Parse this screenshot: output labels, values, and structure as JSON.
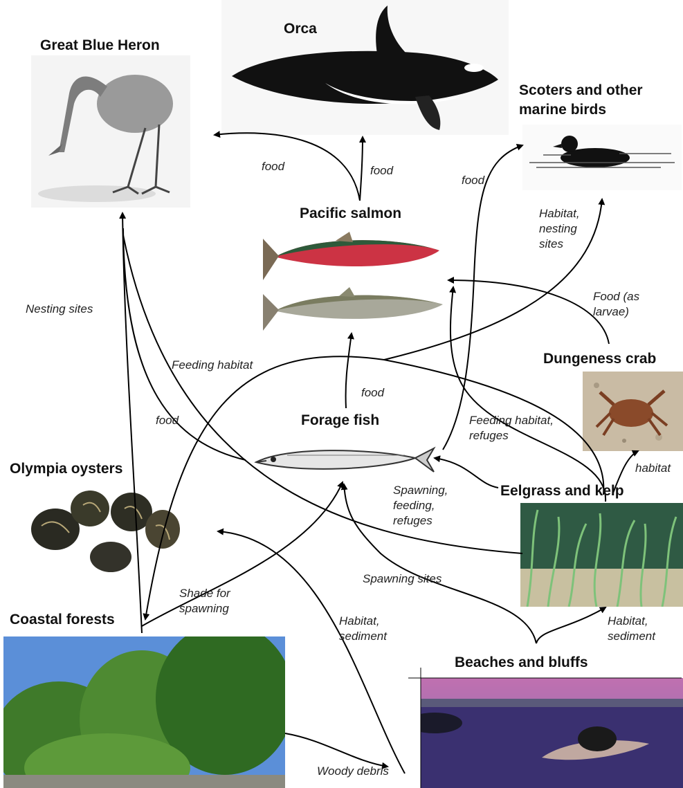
{
  "nodes": {
    "heron": "Great Blue Heron",
    "orca": "Orca",
    "scoters": "Scoters and other marine birds",
    "salmon": "Pacific salmon",
    "crab": "Dungeness crab",
    "forage": "Forage fish",
    "oysters": "Olympia oysters",
    "eelgrass": "Eelgrass and kelp",
    "forests": "Coastal forests",
    "beaches": "Beaches and bluffs"
  },
  "labels": {
    "food_salmon_heron": "food",
    "food_salmon_orca": "food",
    "food_forage_scoters": "food",
    "habitat_nesting": [
      "Habitat,",
      "nesting",
      "sites"
    ],
    "food_larvae": [
      "Food (as",
      "larvae)"
    ],
    "nesting_sites": "Nesting sites",
    "feeding_habitat": "Feeding habitat",
    "food_forage_salmon": "food",
    "food_forage_heron": "food",
    "feeding_refuges": [
      "Feeding habitat,",
      "refuges"
    ],
    "habitat_crab": "habitat",
    "spawning_feeding": [
      "Spawning,",
      "feeding,",
      "refuges"
    ],
    "spawning_sites": "Spawning sites",
    "shade": [
      "Shade for",
      "spawning"
    ],
    "habitat_sediment_1": [
      "Habitat,",
      "sediment"
    ],
    "habitat_sediment_2": [
      "Habitat,",
      "sediment"
    ],
    "woody_debris": "Woody debris"
  },
  "icons": [
    "heron-illustration",
    "orca-illustration",
    "scoter-illustration",
    "salmon-illustration",
    "crab-photo",
    "forage-fish-illustration",
    "oyster-photo",
    "eelgrass-photo",
    "forest-photo",
    "beach-photo"
  ]
}
